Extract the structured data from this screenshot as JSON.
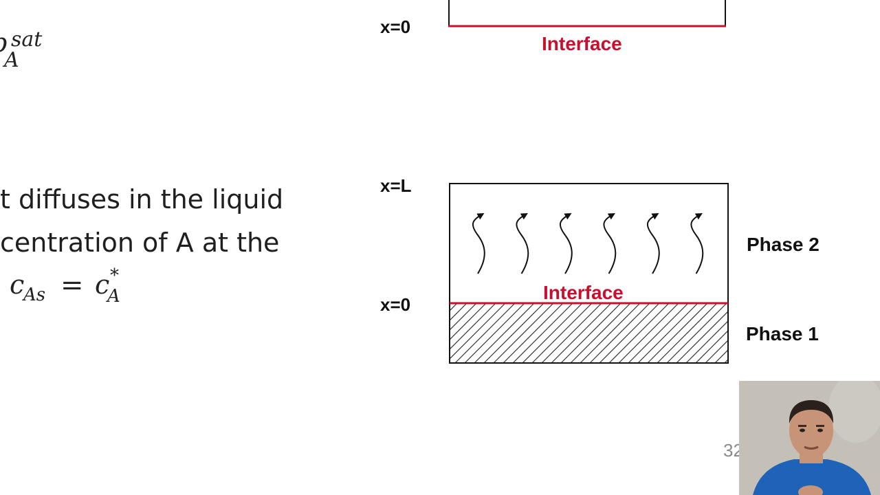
{
  "slide": {
    "eq_top": {
      "base": "p",
      "sup": "sat",
      "sub": "A"
    },
    "text_line1": "t diffuses in the liquid",
    "text_line2": "centration of A at the",
    "eq_mid": {
      "lhs_base": "c",
      "lhs_sub": "As",
      "op": "=",
      "rhs_base": "c",
      "rhs_sup": "*",
      "rhs_sub": "A"
    },
    "page_number": "32"
  },
  "top_diagram": {
    "x_label": "x=0",
    "interface_label": "Interface",
    "interface_color": "#c8102e"
  },
  "bottom_diagram": {
    "x_top_label": "x=L",
    "x_bottom_label": "x=0",
    "interface_label": "Interface",
    "phase_top_label": "Phase 2",
    "phase_bottom_label": "Phase 1",
    "interface_color": "#c8102e",
    "arrow_count": 6
  },
  "webcam": {
    "shirt_color": "#1e63b8",
    "skin_color": "#c89478",
    "hair_color": "#2a211c"
  }
}
